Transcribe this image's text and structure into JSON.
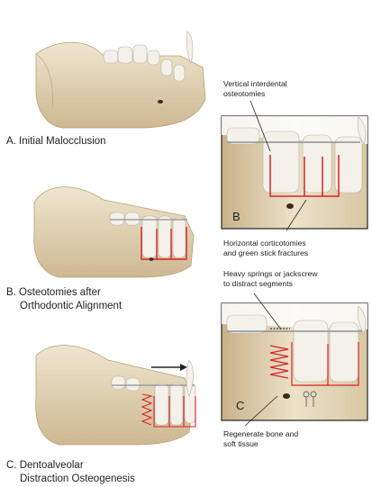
{
  "captions": {
    "a": [
      "A. Initial Malocclusion"
    ],
    "b": [
      "B. Osteotomies after",
      "Orthodontic Alignment"
    ],
    "c": [
      "C. Dentoalveolar",
      "Distraction Osteogenesis"
    ]
  },
  "insets": {
    "b_letter": "B",
    "c_letter": "C"
  },
  "annotations": {
    "vertical": [
      "Vertical interdental",
      "osteotomies"
    ],
    "horizontal": [
      "Horizontal corticotomies",
      "and green stick fractures"
    ],
    "springs": [
      "Heavy springs or jackscrew",
      "to distract segments"
    ],
    "regenerate": [
      "Regenerate bone and",
      "soft tissue"
    ]
  },
  "colors": {
    "bone": "#e8dcc0",
    "bone_shadow": "#c9b48e",
    "tooth": "#f4f1ea",
    "cut_line": "#d8232a",
    "bracket": "#9aa0a6"
  }
}
